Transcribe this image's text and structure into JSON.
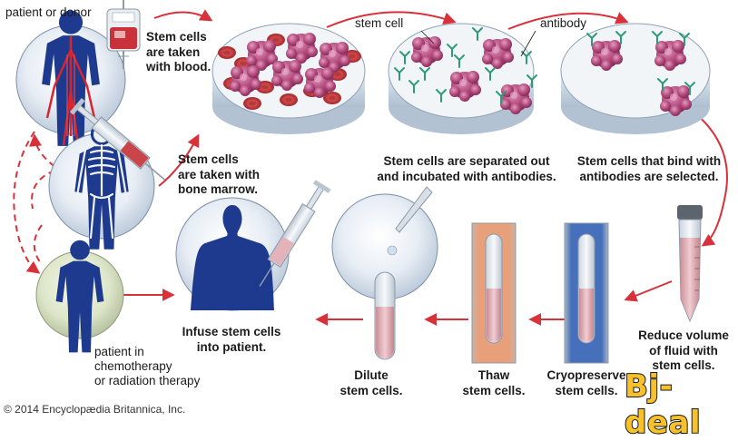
{
  "labels": {
    "patient_donor": "patient or donor",
    "taken_blood": [
      "Stem cells",
      "are taken",
      "with blood."
    ],
    "stem_cell": "stem cell",
    "antibody": "antibody",
    "separated": [
      "Stem cells are separated out",
      "and incubated with antibodies."
    ],
    "selected": [
      "Stem cells that bind with",
      "antibodies are selected."
    ],
    "taken_marrow": [
      "Stem cells",
      "are taken with",
      "bone marrow."
    ],
    "infuse": [
      "Infuse stem cells",
      "into patient."
    ],
    "patient_chemo": [
      "patient in",
      "chemotherapy",
      "or radiation therapy"
    ],
    "dilute": [
      "Dilute",
      "stem cells."
    ],
    "thaw": [
      "Thaw",
      "stem cells."
    ],
    "cryo": [
      "Cryopreserve",
      "stem cells."
    ],
    "reduce": [
      "Reduce volume",
      "of fluid with",
      "stem cells."
    ]
  },
  "copyright": "© 2014 Encyclopædia Britannica, Inc.",
  "watermark": "Bj-deal",
  "colors": {
    "arrow": "#d8313a",
    "figure_blue": "#1d3a8f",
    "cell_pink": "#b0487a",
    "blood_red": "#c63237",
    "antibody_green": "#2e9b78",
    "thaw_panel": "#e59a74",
    "cryo_panel": "#3f6cb8"
  }
}
